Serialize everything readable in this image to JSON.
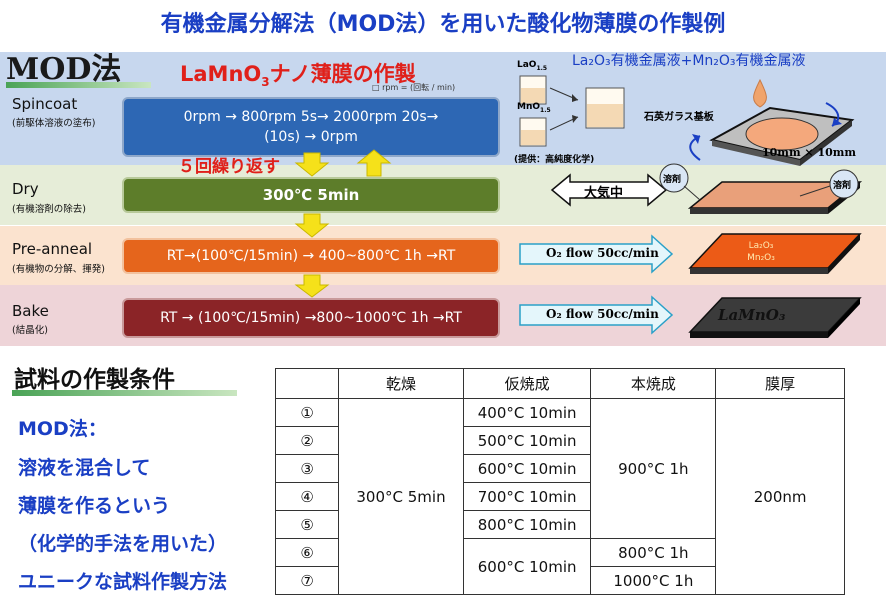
{
  "title": "有機金属分解法（MOD法）を用いた酸化物薄膜の作製例",
  "mod_header": "MOD法",
  "film_title_pre": "LaMnO",
  "film_title_sub": "3",
  "film_title_post": "ナノ薄膜の作製",
  "rpm_note": "□ rpm = (回転 / min)",
  "repeat_note": "５回繰り返す",
  "steps": [
    {
      "name": "Spincoat",
      "sub": "(前駆体溶液の塗布)",
      "line1": "0rpm → 800rpm 5s→ 2000rpm 20s→",
      "line2": "(10s) → 0rpm"
    },
    {
      "name": "Dry",
      "sub": "(有機溶剤の除去)",
      "process": "300℃ 5min"
    },
    {
      "name": "Pre-anneal",
      "sub": "(有機物の分解、揮発)",
      "process": "RT→(100℃/15min) → 400~800℃ 1h →RT"
    },
    {
      "name": "Bake",
      "sub": "(結晶化)",
      "process": "RT → (100℃/15min) →800~1000℃ 1h →RT"
    }
  ],
  "right": {
    "la_label": "LaO",
    "la_sub": "1.5",
    "mn_label": "MnO",
    "mn_sub": "1.5",
    "source_note": "(提供：高純度化学)",
    "solution_title": "La₂O₃有機金属液+Mn₂O₃有機金属液",
    "substrate_label": "石英ガラス基板",
    "size_label": "10mm × 10mm",
    "air_label": "大気中",
    "solvent_label": "溶剤",
    "o2_flow_1": "O₂ flow 50cc/min",
    "o2_flow_2": "O₂ flow 50cc/min",
    "pre_film_1": "La₂O₃",
    "pre_film_2": "Mn₂O₃",
    "final_film": "LaMnO₃"
  },
  "samples": {
    "title": "試料の作製条件",
    "mod_lines": [
      "MOD法：",
      "溶液を混合して",
      "薄膜を作るという",
      "（化学的手法を用いた）",
      "ユニークな試料作製方法"
    ],
    "headers": [
      "",
      "乾燥",
      "仮焼成",
      "本焼成",
      "膜厚"
    ],
    "ids": [
      "①",
      "②",
      "③",
      "④",
      "⑤",
      "⑥",
      "⑦"
    ],
    "dry": "300°C 5min",
    "pre": [
      "400°C 10min",
      "500°C 10min",
      "600°C 10min",
      "700°C 10min",
      "800°C 10min",
      "600°C 10min"
    ],
    "bake": [
      "900°C 1h",
      "800°C 1h",
      "1000°C 1h"
    ],
    "thickness": "200nm"
  },
  "colors": {
    "title_blue": "#1a3fc4",
    "red": "#e0201a",
    "spin_box": "#2d67b4",
    "dry_box": "#5d7d2a",
    "pre_box": "#e5651c",
    "bake_box": "#8b2427",
    "arrow_yellow": "#f5e11a"
  }
}
